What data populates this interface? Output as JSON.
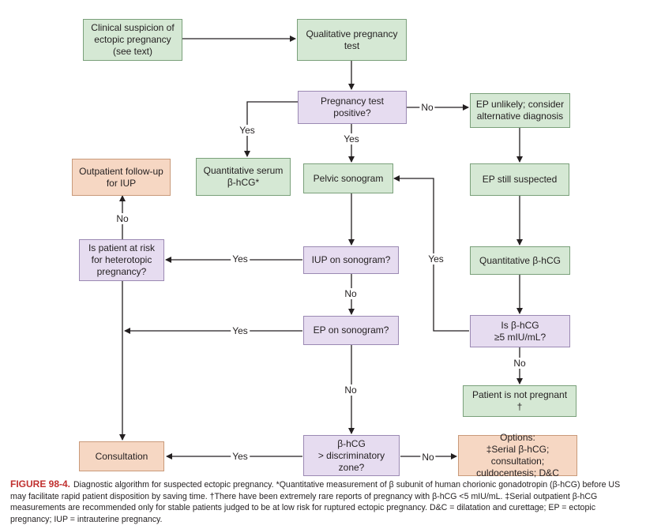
{
  "nodes": {
    "clinical_suspicion": "Clinical suspicion of\nectopic pregnancy\n(see text)",
    "qualitative_test": "Qualitative pregnancy\ntest",
    "test_positive": "Pregnancy test\npositive?",
    "ep_unlikely": "EP unlikely; consider\nalternative diagnosis",
    "quant_serum": "Quantitative serum\nβ-hCG*",
    "pelvic_sonogram": "Pelvic sonogram",
    "ep_still_suspected": "EP still suspected",
    "outpatient_followup": "Outpatient follow-up\nfor IUP",
    "heterotopic_risk": "Is patient at risk\nfor heterotopic\npregnancy?",
    "iup_on_sonogram": "IUP on sonogram?",
    "quant_bhcg": "Quantitative β-hCG",
    "bhcg_ge5": "Is β-hCG\n≥5 mIU/mL?",
    "ep_on_sonogram": "EP on sonogram?",
    "not_pregnant": "Patient is not pregnant †",
    "consultation": "Consultation",
    "bhcg_discriminatory": "β-hCG\n> discriminatory\nzone?",
    "options": "Options:\n‡Serial β-hCG; consultation;\nculdocentesis; D&C"
  },
  "edge_labels": {
    "no": "No",
    "yes": "Yes"
  },
  "caption": {
    "figure": "FIGURE 98-4.",
    "text": "Diagnostic algorithm for suspected ectopic pregnancy. *Quantitative measurement of β subunit of human chorionic gonadotropin (β-hCG) before US may facilitate rapid patient disposition by saving time. †There have been extremely rare reports of pregnancy with β-hCG <5 mIU/mL. ‡Serial outpatient β-hCG measurements are recommended only for stable patients judged to be at low risk for ruptured ectopic pregnancy. D&C = dilatation and curettage; EP = ectopic pregnancy; IUP = intrauterine pregnancy."
  },
  "colors": {
    "green": "#d5e8d4",
    "purple": "#e6dcf0",
    "orange": "#f6d7c3",
    "caption_label": "#c0302f"
  }
}
